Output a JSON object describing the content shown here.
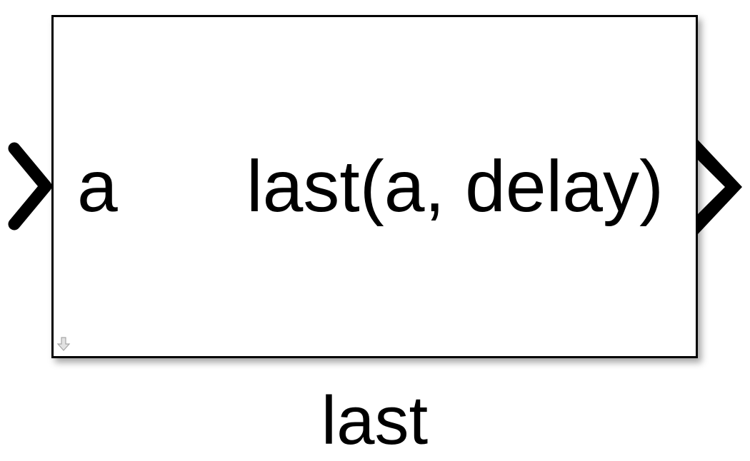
{
  "diagram": {
    "block": {
      "input_port_label": "a",
      "expression": "last(a, delay)",
      "name": "last"
    },
    "icons": {
      "input_port": "input-port-chevron",
      "output_port": "output-port-chevron",
      "badge": "down-arrow-badge"
    },
    "colors": {
      "block_fill": "#ffffff",
      "block_border": "#000000",
      "text": "#000000",
      "port": "#000000",
      "badge_fill": "#e2e2e2",
      "badge_stroke": "#a6a6a6",
      "canvas_background": "#ffffff"
    }
  }
}
